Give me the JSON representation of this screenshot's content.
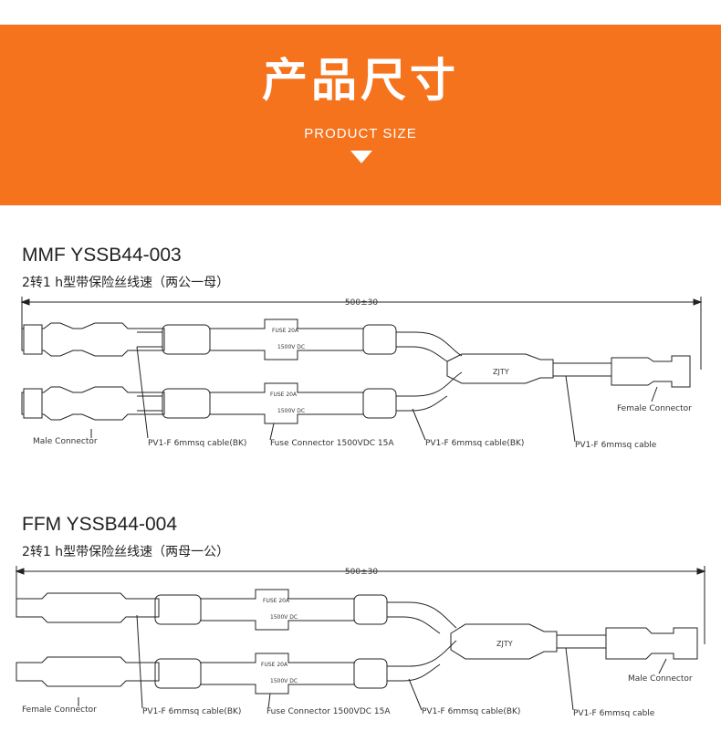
{
  "banner": {
    "title": "产品尺寸",
    "subtitle": "PRODUCT SIZE",
    "color": "#f5731d"
  },
  "products": [
    {
      "model": "MMF YSSB44-003",
      "description": "2转1 h型带保险丝线速（两公一母）",
      "dimension": "500±30",
      "fuse_top_label": "FUSE 20A",
      "fuse_voltage": "1500V DC",
      "brand_mark": "ZJTY",
      "labels": {
        "left_connector": "Male Connector",
        "cable_1": "PV1-F 6mmsq cable(BK)",
        "fuse": "Fuse Connector 1500VDC 15A",
        "cable_2": "PV1-F 6mmsq cable(BK)",
        "cable_3": "PV1-F 6mmsq cable",
        "right_connector": "Female Connector"
      }
    },
    {
      "model": "FFM YSSB44-004",
      "description": "2转1 h型带保险丝线速（两母一公）",
      "dimension": "500±30",
      "fuse_top_label": "FUSE 20A",
      "fuse_voltage": "1500V DC",
      "brand_mark": "ZJTY",
      "labels": {
        "left_connector": "Female Connector",
        "cable_1": "PV1-F 6mmsq cable(BK)",
        "fuse": "Fuse Connector 1500VDC 15A",
        "cable_2": "PV1-F 6mmsq cable(BK)",
        "cable_3": "PV1-F 6mmsq cable",
        "right_connector": "Male Connector"
      }
    }
  ]
}
